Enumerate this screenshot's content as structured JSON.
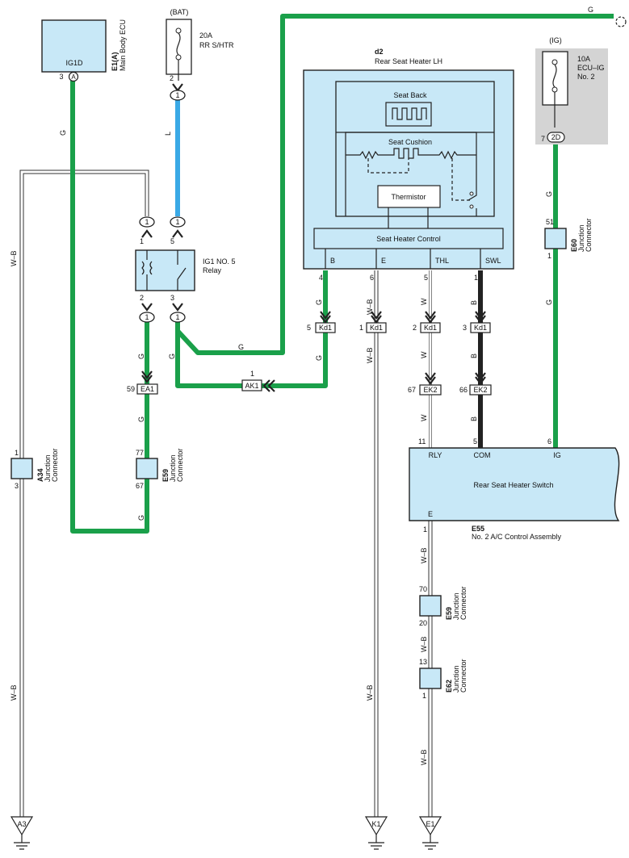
{
  "components": {
    "main_body_ecu": {
      "id": "E1(A)",
      "name": "Main Body ECU",
      "pin_label": "IG1D",
      "pin": "3",
      "connector": "A"
    },
    "fuse_bat": {
      "supply": "(BAT)",
      "rating": "20A",
      "name": "RR S/HTR",
      "pin": "2"
    },
    "fuse_ig": {
      "supply": "(IG)",
      "rating": "10A",
      "name_line1": "ECU–IG",
      "name_line2": "No. 2",
      "pin": "7",
      "connector": "2D"
    },
    "relay": {
      "name": "IG1 NO. 5",
      "name2": "Relay",
      "pins": [
        "1",
        "5",
        "2",
        "3"
      ]
    },
    "heater": {
      "id": "d2",
      "name": "Rear Seat Heater LH",
      "seat_back": "Seat Back",
      "seat_cushion": "Seat Cushion",
      "thermistor": "Thermistor",
      "control": "Seat Heater Control",
      "terminals": [
        "B",
        "E",
        "THL",
        "SWL"
      ],
      "pins": [
        "4",
        "6",
        "5",
        "1"
      ]
    },
    "switch": {
      "name": "Rear Seat Heater Switch",
      "terminals": [
        "RLY",
        "COM",
        "IG"
      ],
      "pins": [
        "11",
        "5",
        "6"
      ],
      "ground_term": "E",
      "ground_pin": "1",
      "id": "E55",
      "assembly": "No. 2 A/C Control Assembly"
    },
    "junctions": {
      "a34": {
        "id": "A34",
        "l1": "Junction",
        "l2": "Connector",
        "pin_top": "1",
        "pin_bot": "3"
      },
      "e59a": {
        "id": "E59",
        "l1": "Junction",
        "l2": "Connector",
        "pin_top": "77",
        "pin_bot": "67"
      },
      "e60": {
        "id": "E60",
        "l1": "Junction",
        "l2": "Connector",
        "pin_top": "51",
        "pin_bot": "1"
      },
      "e59b": {
        "id": "E59",
        "l1": "Junction",
        "l2": "Connector",
        "pin_top": "70",
        "pin_bot": "20"
      },
      "e62": {
        "id": "E62",
        "l1": "Junction",
        "l2": "Connector",
        "pin_top": "13",
        "pin_bot": "1"
      }
    },
    "connectors": {
      "kd1": "Kd1",
      "ek2": "EK2",
      "ea1": "EA1",
      "ak1": "AK1",
      "one": "1",
      "kd1_pins": [
        "5",
        "1",
        "2",
        "3"
      ],
      "ek2_pins": [
        "67",
        "66"
      ],
      "ea1_pin": "59",
      "ak1_pin": "1"
    },
    "grounds": [
      "A3",
      "K1",
      "E1"
    ]
  },
  "wire_colors": {
    "g": "G",
    "l": "L",
    "wb": "W–B",
    "w": "W",
    "b": "B"
  },
  "colors": {
    "green": "#1aa04a",
    "blue": "#3aa9e6",
    "black": "#222222",
    "white": "#ffffff",
    "box": "#c8e8f7",
    "ig_bg": "#d4d4d4"
  }
}
